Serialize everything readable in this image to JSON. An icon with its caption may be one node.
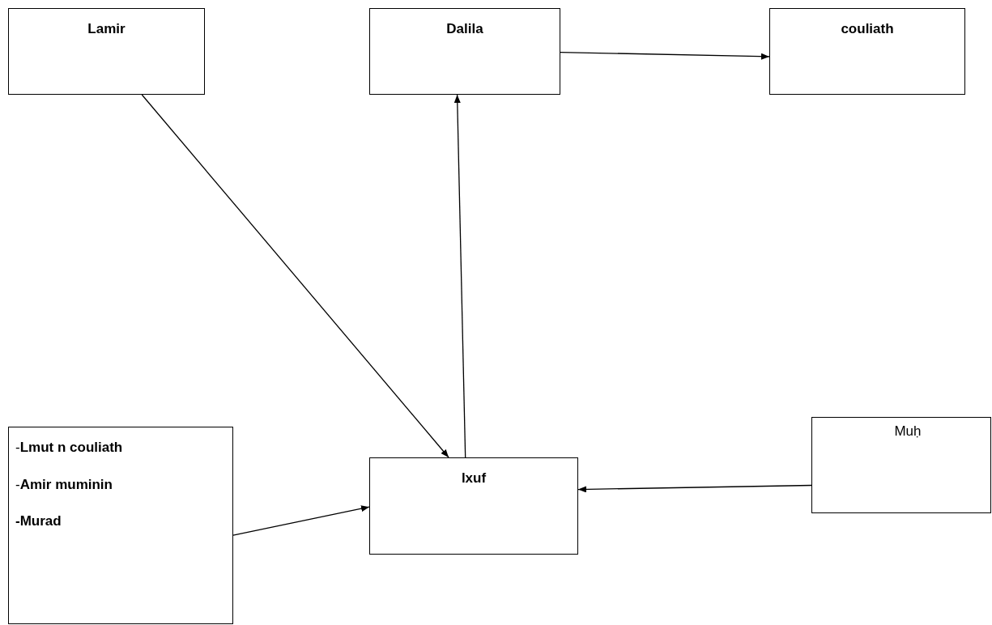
{
  "diagram": {
    "nodes": [
      {
        "text": [
          "Lamir"
        ]
      },
      {
        "text": [
          "Dalila"
        ]
      },
      {
        "text": [
          "couliath"
        ]
      },
      {
        "text": [
          "-**Lmut n couliath**",
          "-**Amir muminin**",
          "**-Murad**"
        ]
      },
      {
        "text": [
          "lxuf"
        ]
      },
      {
        "text": [
          "Muḥ"
        ]
      }
    ],
    "edges": [
      {
        "from": 1,
        "to": 2,
        "arrow": "to"
      },
      {
        "from": 0,
        "to": 4,
        "arrow": "to"
      },
      {
        "from": 4,
        "to": 1,
        "arrow": "to"
      },
      {
        "from": 3,
        "to": 4,
        "arrow": "to"
      },
      {
        "from": 5,
        "to": 4,
        "arrow": "to"
      }
    ]
  }
}
